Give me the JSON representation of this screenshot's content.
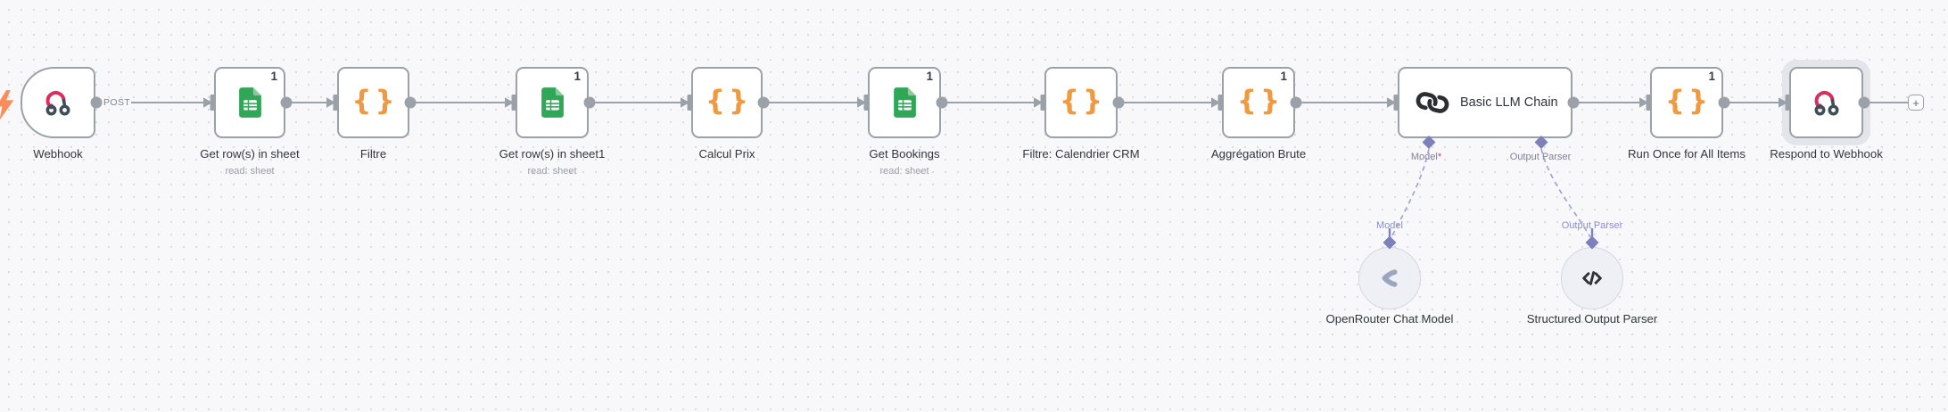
{
  "colors": {
    "canvas_bg": "#f8f8fa",
    "grid_dot": "#d9dbe0",
    "wire": "#9aa1a8",
    "node_border": "#9aa1a8",
    "code_orange": "#F0993F",
    "sheets_green": "#2FA757",
    "sheets_green_light": "#8CCB9B",
    "webhook_pink": "#D5305F",
    "webhook_dark": "#3E4E59",
    "connector_purple": "#7D80BA",
    "dashed_purple": "#A0A4D4",
    "sub_label_purple": "#8B8ECB",
    "required_red": "#E0454C",
    "selection_halo": "#E3E5EB",
    "trigger_bolt_orange": "#FB8D5B"
  },
  "nodes": [
    {
      "label": "Webhook",
      "output_label": "POST",
      "icon": "webhook-icon"
    },
    {
      "label": "Get row(s) in sheet",
      "subtitle": "read: sheet",
      "badge": "1",
      "icon": "google-sheets-icon"
    },
    {
      "label": "Filtre",
      "icon": "code-icon"
    },
    {
      "label": "Get row(s) in sheet1",
      "subtitle": "read: sheet",
      "badge": "1",
      "icon": "google-sheets-icon"
    },
    {
      "label": "Calcul Prix",
      "icon": "code-icon"
    },
    {
      "label": "Get Bookings",
      "subtitle": "read: sheet",
      "badge": "1",
      "icon": "google-sheets-icon"
    },
    {
      "label": "Filtre: Calendrier CRM",
      "icon": "code-icon"
    },
    {
      "label": "Aggrégation Brute",
      "badge": "1",
      "icon": "code-icon"
    },
    {
      "label": "Basic LLM Chain",
      "icon": "chain-icon",
      "model_input_label": "Model",
      "model_required_mark": "*",
      "output_parser_input_label": "Output Parser"
    },
    {
      "label": "Run Once for All Items",
      "badge": "1",
      "icon": "code-icon"
    },
    {
      "label": "Respond to Webhook",
      "icon": "webhook-icon",
      "selected": true
    }
  ],
  "icon_glyphs": {
    "code_braces": "{}"
  },
  "subnodes": {
    "model": {
      "connector_label": "Model",
      "label": "OpenRouter Chat Model",
      "icon": "openrouter-icon"
    },
    "parser": {
      "connector_label": "Output Parser",
      "label": "Structured Output Parser",
      "icon": "code-brackets-icon"
    }
  },
  "add_button": {
    "label": "+"
  }
}
